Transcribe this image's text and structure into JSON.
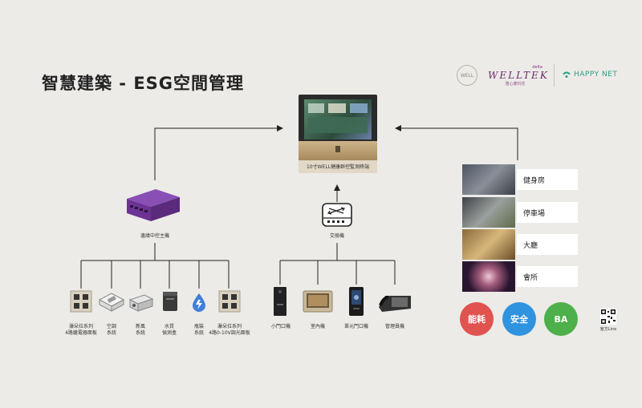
{
  "title": "智慧建築 - ESG空間管理",
  "logos": {
    "well": "WELL",
    "welltek_top": "delta",
    "welltek": "WELLTEK",
    "welltek_sub": "雅心薈科技",
    "happynet": "HAPPY NET"
  },
  "terminal": {
    "caption": "10寸WELL健康群控監測終端"
  },
  "controller": {
    "label": "邊緣中控主機"
  },
  "switch": {
    "label": "交換機"
  },
  "left_devices": [
    {
      "name": "icon-panel-relay",
      "label": "瀑朵拉系列\n4路繼電器面板"
    },
    {
      "name": "icon-aircon",
      "label": "空調\n系統"
    },
    {
      "name": "icon-fresh-air",
      "label": "新風\n系統"
    },
    {
      "name": "icon-water-quality",
      "label": "水質\n偵測盒"
    },
    {
      "name": "icon-drip",
      "label": "瓶裝\n系統"
    },
    {
      "name": "icon-panel-dimmer",
      "label": "瀑朵拉系列\n4路0-10V調光面板"
    }
  ],
  "right_devices": [
    {
      "name": "icon-door-station",
      "label": "小門口機"
    },
    {
      "name": "icon-indoor-monitor",
      "label": "室內機"
    },
    {
      "name": "icon-unit-door-station",
      "label": "單元門口機"
    },
    {
      "name": "icon-manager-phone",
      "label": "管理員機"
    }
  ],
  "rooms": [
    {
      "label": "健身房"
    },
    {
      "label": "停車場"
    },
    {
      "label": "大廳"
    },
    {
      "label": "會所"
    }
  ],
  "categories": [
    {
      "label": "能耗",
      "color": "#e0534f"
    },
    {
      "label": "安全",
      "color": "#2f93e0"
    },
    {
      "label": "BA",
      "color": "#4db04a"
    }
  ],
  "qr_caption": "官方Line"
}
